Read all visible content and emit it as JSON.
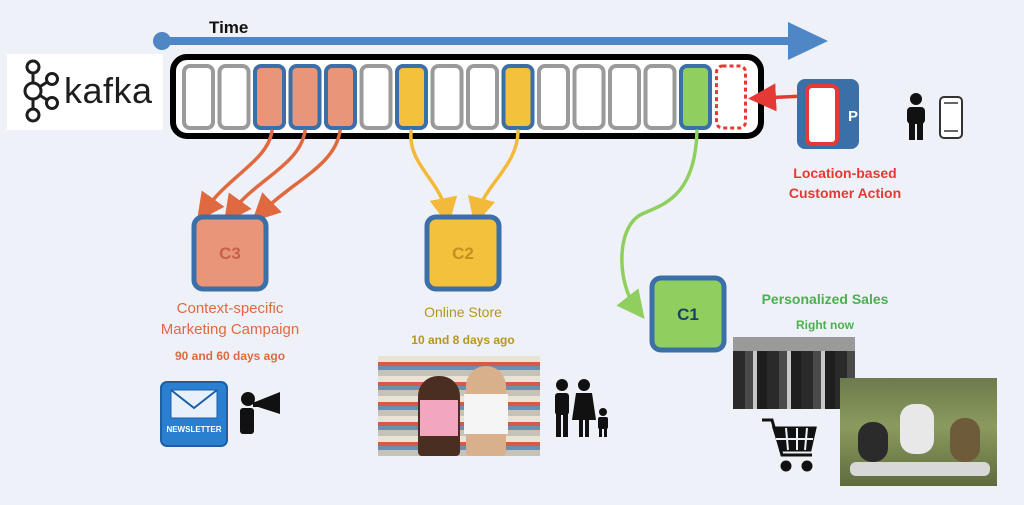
{
  "timeline": {
    "label": "Time"
  },
  "logo": {
    "text": "kafka"
  },
  "log": {
    "partitions": [
      "empty",
      "empty",
      "c3",
      "c3",
      "c3",
      "empty",
      "c2",
      "empty",
      "empty",
      "c2",
      "empty",
      "empty",
      "empty",
      "empty",
      "c1",
      "pending"
    ]
  },
  "producer": {
    "label": "P",
    "caption_line1": "Location-based",
    "caption_line2": "Customer Action"
  },
  "consumers": {
    "c3": {
      "label": "C3",
      "title_line1": "Context-specific",
      "title_line2": "Marketing Campaign",
      "time": "90 and 60 days ago",
      "newsletter_label": "NEWSLETTER"
    },
    "c2": {
      "label": "C2",
      "title": "Online Store",
      "time": "10 and 8 days ago"
    },
    "c1": {
      "label": "C1",
      "title": "Personalized Sales",
      "time": "Right now"
    }
  },
  "colors": {
    "background": "#eef1f7",
    "timeline": "#4f86c6",
    "c3": "#e8957a",
    "c3_text": "#e0693f",
    "c2": "#f4c13d",
    "c2_text": "#b8941e",
    "c1": "#8fcf5f",
    "c1_text": "#4caf50",
    "producer_text": "#e53935",
    "border_blue": "#3a6fa8"
  }
}
